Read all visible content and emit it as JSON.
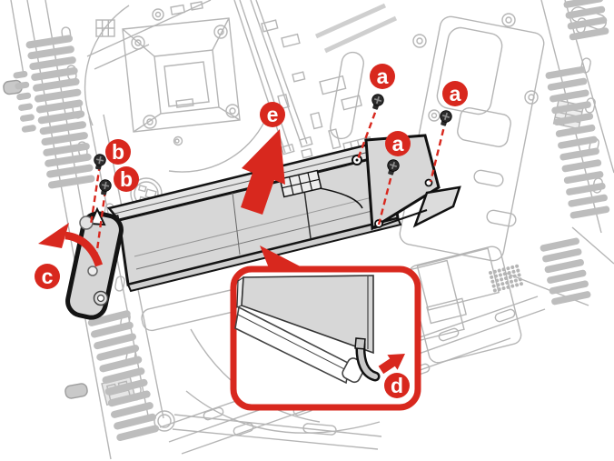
{
  "figure": {
    "type": "hardware-removal-illustration",
    "subject": "desktop-tower-interior-card-removal",
    "background_color": "#ffffff",
    "accent_color": "#d8281e",
    "lineart_color": "#b5b5b5",
    "outline_color": "#141414",
    "part_fill": "#d7d7d7"
  },
  "callouts": {
    "a": {
      "letter": "a",
      "count": 3
    },
    "b": {
      "letter": "b",
      "count": 2
    },
    "c": {
      "letter": "c",
      "count": 1
    },
    "d": {
      "letter": "d",
      "count": 1
    },
    "e": {
      "letter": "e",
      "count": 1
    }
  }
}
